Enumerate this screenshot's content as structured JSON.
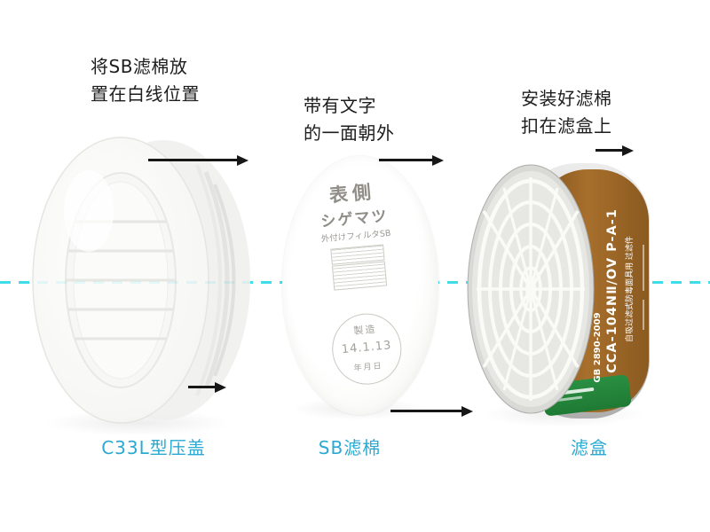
{
  "annotations": {
    "place_filter": {
      "line1": "将SB滤棉放",
      "line2": "置在白线位置"
    },
    "text_outward": {
      "line1": "带有文字",
      "line2": "的一面朝外"
    },
    "attach": {
      "line1": "安装好滤棉",
      "line2": "扣在滤盒上"
    }
  },
  "captions": {
    "cap": "C33L型压盖",
    "filter": "SB滤棉",
    "box": "滤盒"
  },
  "filter_pad": {
    "side": "表側",
    "brand": "シゲマツ",
    "product": "外付けフィルタSB",
    "stamp_label": "製造",
    "stamp_date": "14.1.13",
    "stamp_unit": "年月日"
  },
  "cartridge": {
    "standard": "GB 2890-2009",
    "model": "CCA-104NⅡ/OV P-A-1",
    "usage": "自吸过滤式防毒面具用 过滤件"
  },
  "colors": {
    "caption": "#2aa9d2",
    "dashed_line": "#3fdde9",
    "label_brown": "#a86f2c",
    "band_green": "#1e7a33"
  }
}
